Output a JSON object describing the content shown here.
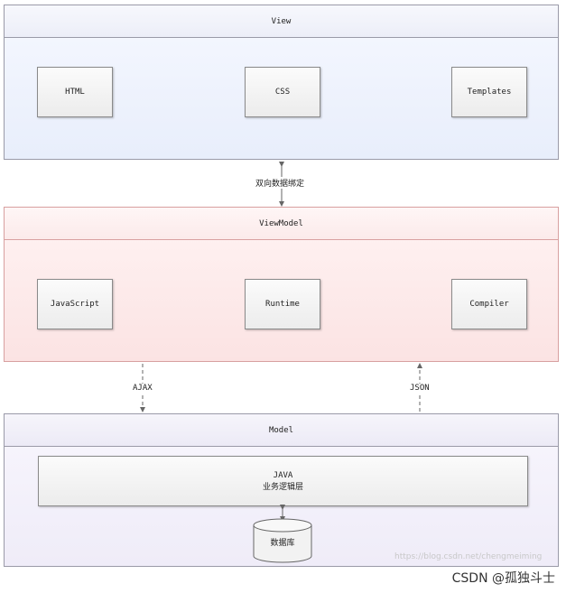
{
  "layers": {
    "view": {
      "title": "View",
      "boxes": [
        "HTML",
        "CSS",
        "Templates"
      ]
    },
    "viewmodel": {
      "title": "ViewModel",
      "boxes": [
        "JavaScript",
        "Runtime",
        "Compiler"
      ]
    },
    "model": {
      "title": "Model",
      "service_line1": "JAVA",
      "service_line2": "业务逻辑层",
      "database": "数据库"
    }
  },
  "connectors": {
    "binding": "双向数据绑定",
    "ajax": "AJAX",
    "json": "JSON"
  },
  "watermark": "https://blog.csdn.net/chengmeiming",
  "footer": "CSDN @孤独斗士"
}
